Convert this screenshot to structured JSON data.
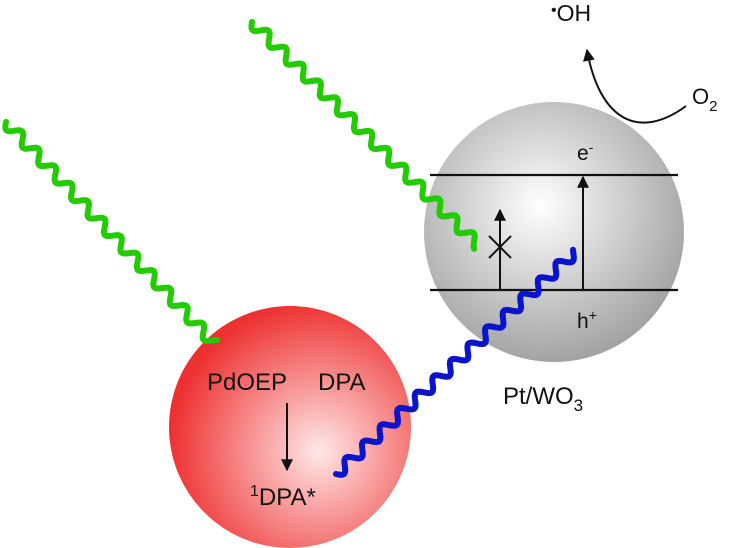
{
  "diagram": {
    "labels": {
      "pdoep": "PdOEP",
      "dpa": "DPA",
      "dpa_star_sup": "1",
      "dpa_star_main": "DPA*",
      "pt_wo3_main": "Pt/WO",
      "pt_wo3_sub": "3",
      "electron_main": "e",
      "electron_sup": "-",
      "hole_main": "h",
      "hole_sup": "+",
      "radical_dot": "•",
      "radical_main": "OH",
      "oxygen_main": "O",
      "oxygen_sub": "2"
    },
    "colors": {
      "green_light": "#22cc00",
      "blue_light": "#0a14cc",
      "red_sphere_center": "#ffe8e8",
      "red_sphere_edge": "#ee3030",
      "gray_sphere_center": "#ffffff",
      "gray_sphere_edge": "#9a9a9a",
      "lines": "#111111"
    }
  }
}
